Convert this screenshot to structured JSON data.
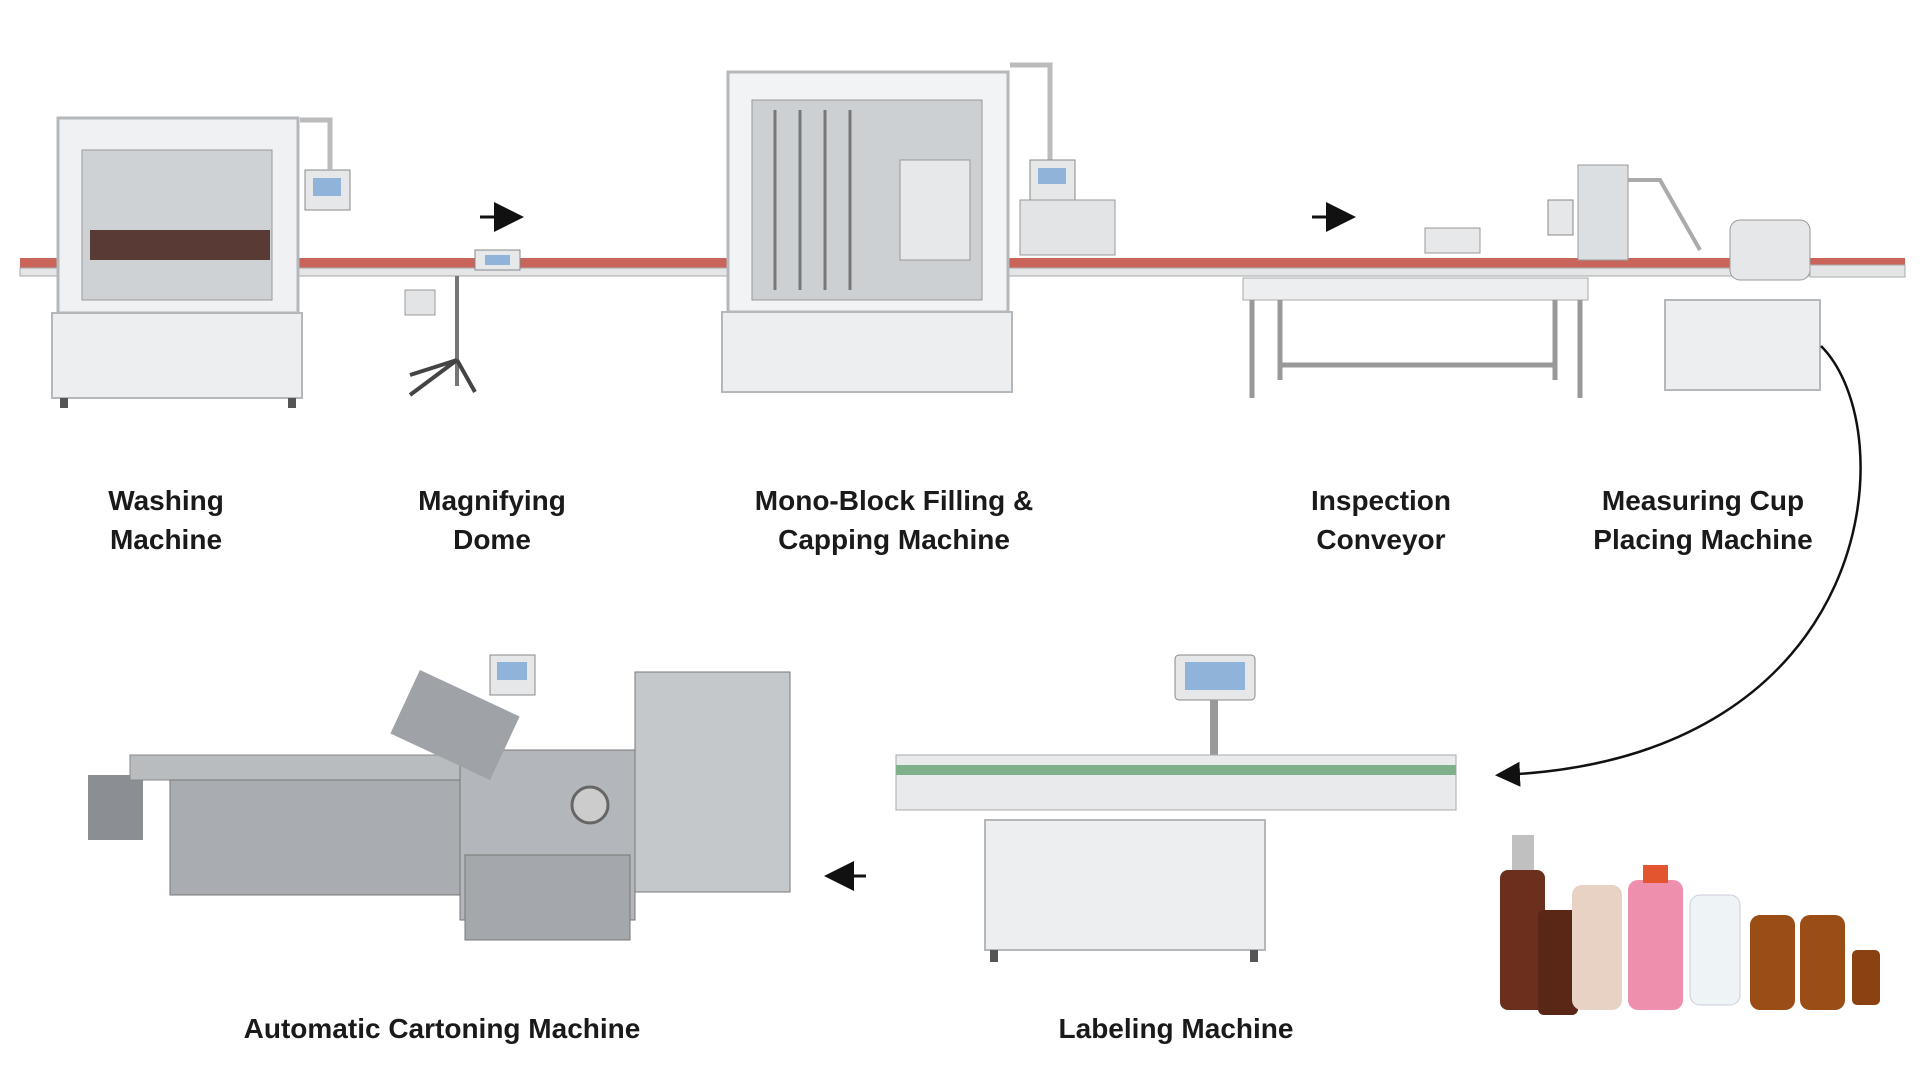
{
  "diagram": {
    "title_hidden": null,
    "stations": [
      {
        "line1": "Washing",
        "line2": "Machine"
      },
      {
        "line1": "Magnifying",
        "line2": "Dome"
      },
      {
        "line1": "Mono-Block Filling &",
        "line2": "Capping Machine"
      },
      {
        "line1": "Inspection",
        "line2": "Conveyor"
      },
      {
        "line1": "Measuring Cup",
        "line2": "Placing Machine"
      },
      {
        "line1": "Labeling Machine"
      },
      {
        "line1": "Automatic Cartoning Machine"
      }
    ],
    "colors": {
      "steel": "#d9dcdf",
      "steel_dark": "#9ea3a8",
      "conveyor": "#c9645a",
      "text": "#1a1a1a",
      "arrow": "#111111"
    }
  }
}
